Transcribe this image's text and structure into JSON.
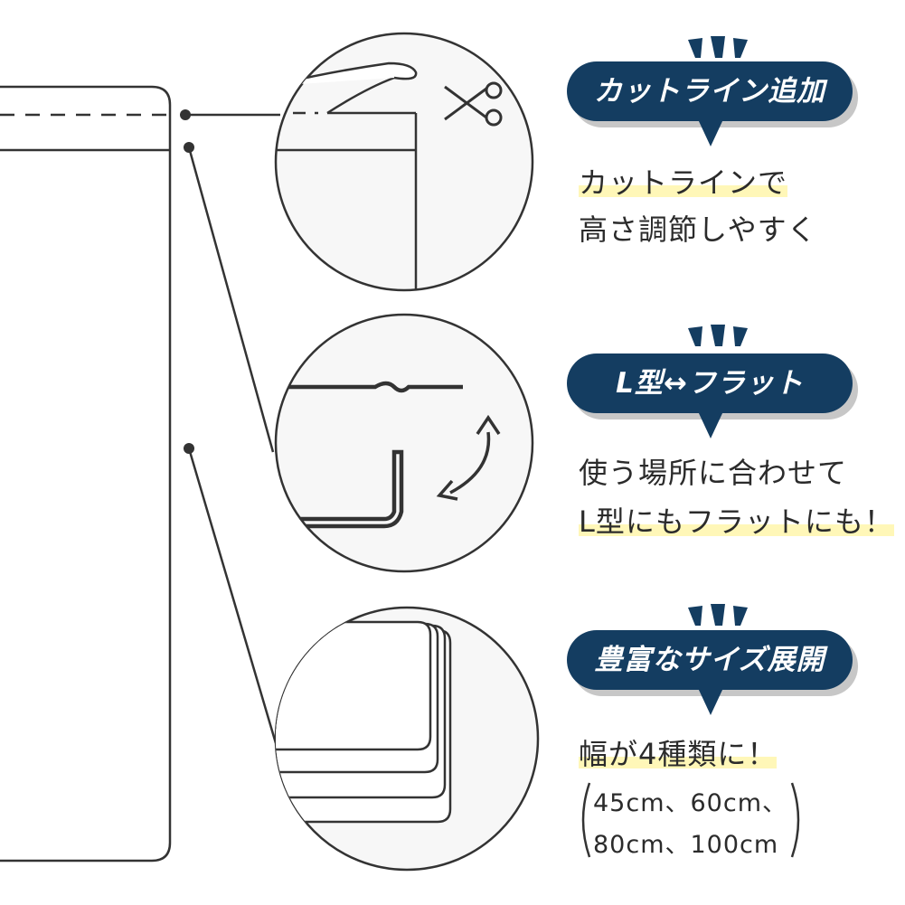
{
  "features": [
    {
      "badge": "カットライン追加",
      "description": [
        "カットラインで",
        "高さ調節しやすく"
      ],
      "highlight_line": 0,
      "icons": [
        "scissors-icon"
      ]
    },
    {
      "badge": "L型↔フラット",
      "description": [
        "使う場所に合わせて",
        "L型にもフラットにも！"
      ],
      "highlight_line": 1,
      "icons": [
        "rotate-arrow-icon"
      ]
    },
    {
      "badge": "豊富なサイズ展開",
      "description": [
        "幅が4種類に！"
      ],
      "highlight_line": 0,
      "sizes": [
        "45cm、60cm、",
        "80cm、100cm"
      ]
    }
  ],
  "colors": {
    "badge_bg": "#143d61",
    "badge_shadow": "#c7c7c7",
    "highlight": "#fff7b8",
    "outline": "#333333",
    "circle_fill": "#f7f7f7"
  }
}
